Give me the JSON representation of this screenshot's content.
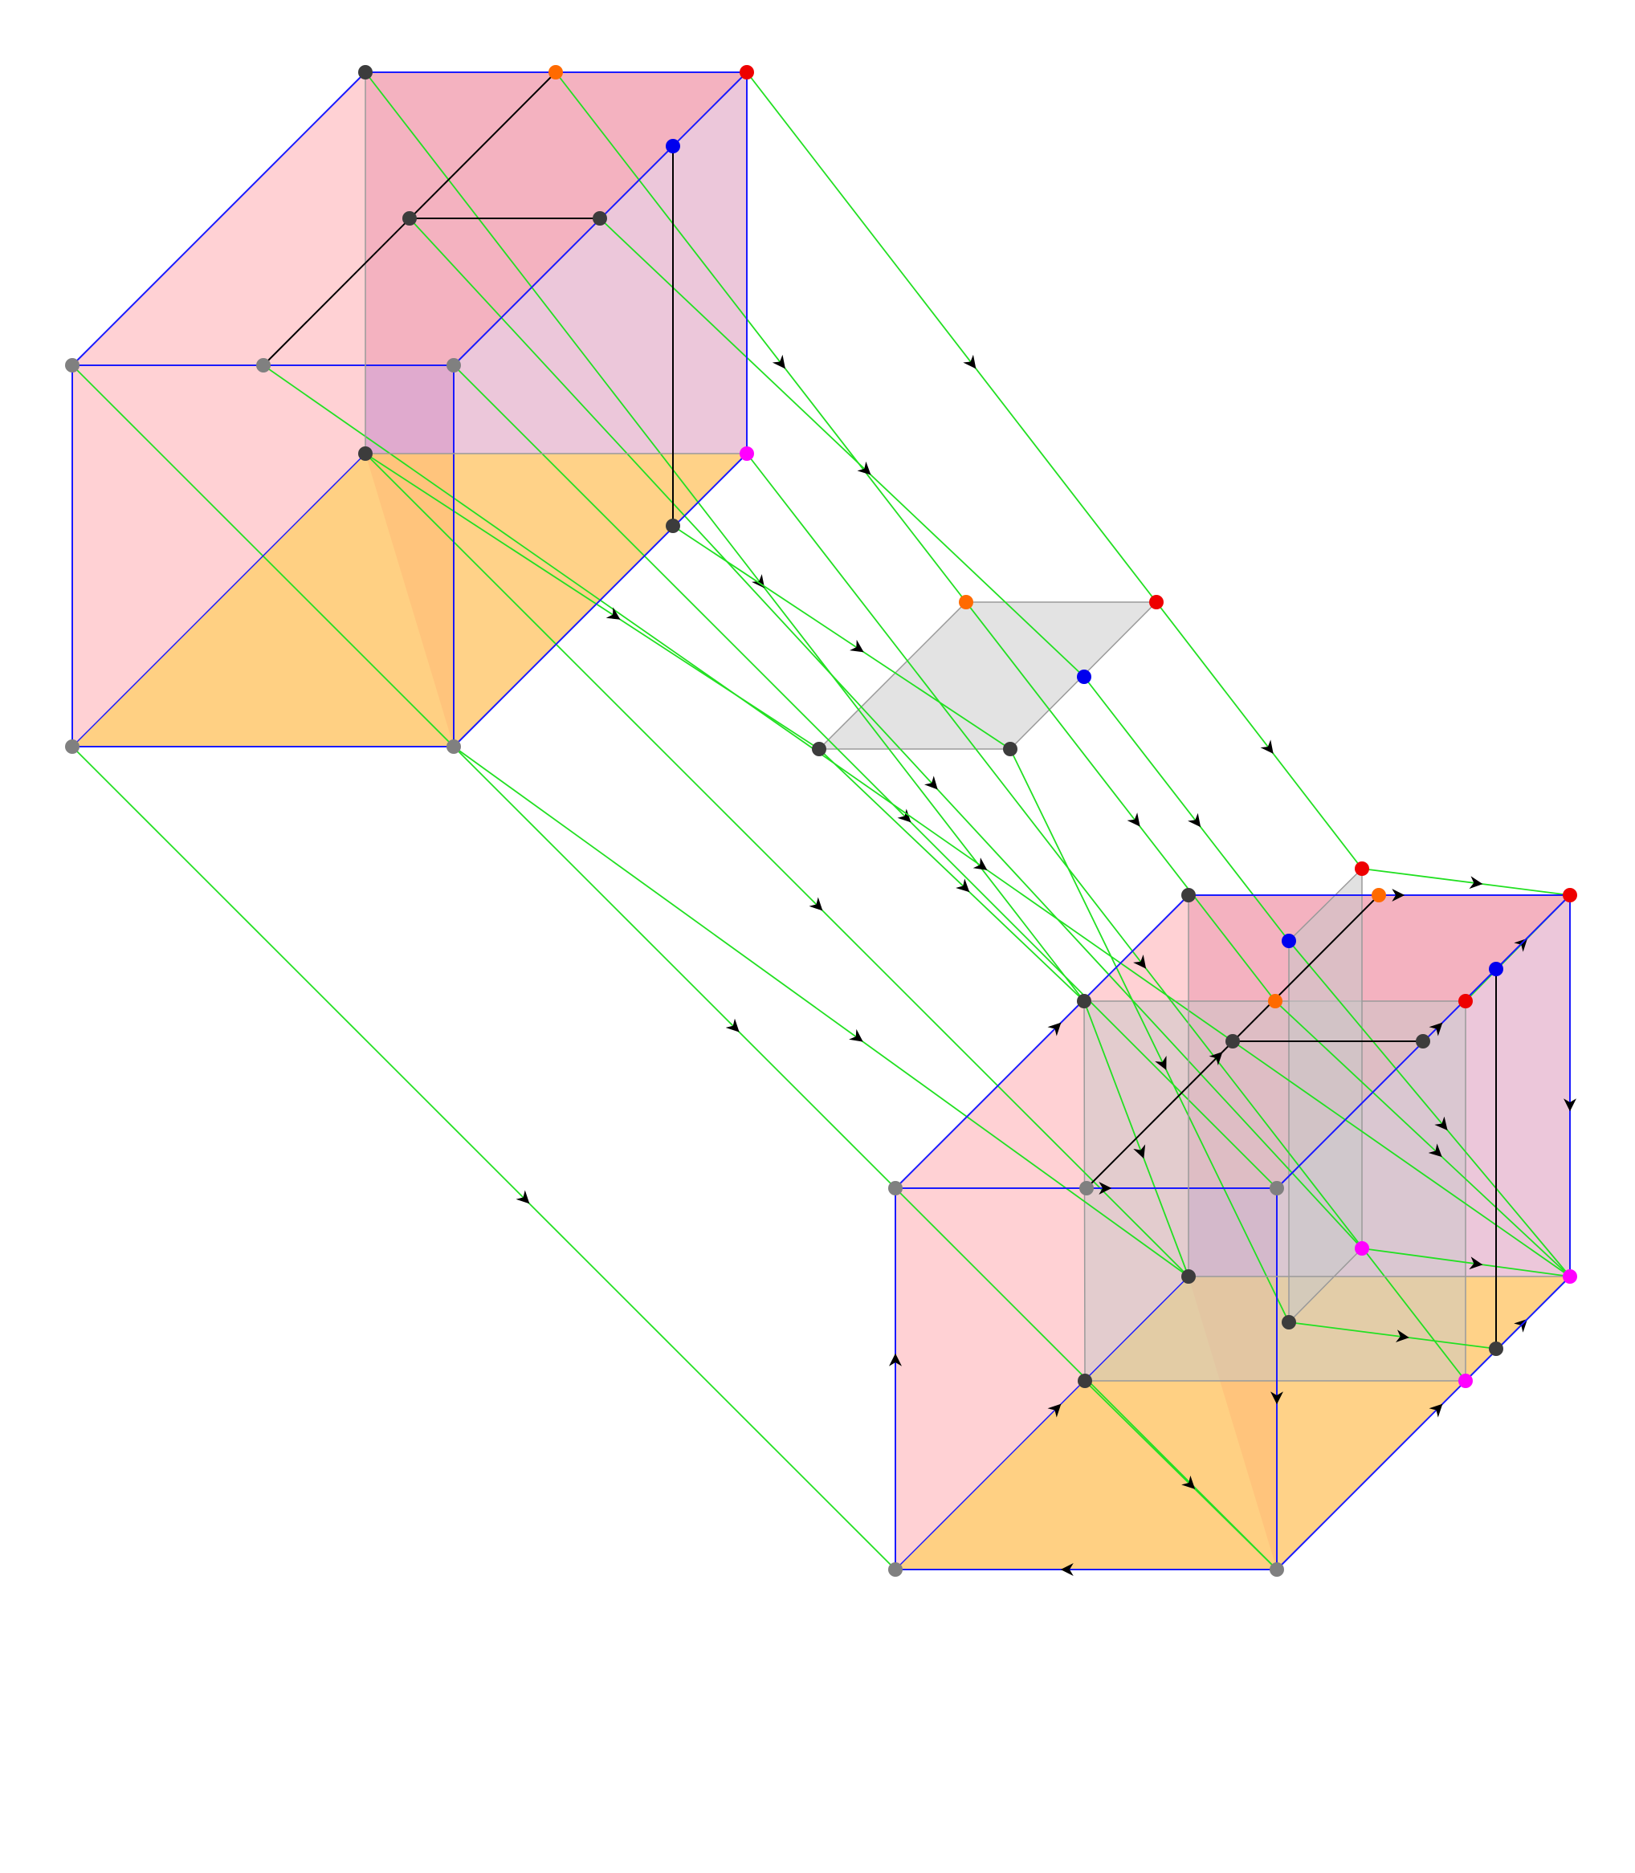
{
  "diagram": {
    "description_free": true,
    "colors": {
      "background": "#ffffff",
      "edge_blue": "#1a1aff",
      "edge_black": "#000000",
      "edge_grey": "#9a9a9a",
      "green_line": "#22e022",
      "face_pink": "#ff9aa0",
      "face_mauve": "#d27aa6",
      "face_yellow": "#ffd040",
      "face_orange": "#ffb070",
      "face_violet": "#c8a0e0",
      "plane_grey": "#c8c8c8",
      "node_dark": "#3c3c3c",
      "node_grey": "#808080",
      "node_red": "#ee0000",
      "node_orange": "#ff6a00",
      "node_blue": "#0000ee",
      "node_magenta": "#ff00ff"
    },
    "groups": [
      "top-left-cube",
      "middle-square",
      "vertical-square",
      "bottom-right-cube"
    ]
  }
}
